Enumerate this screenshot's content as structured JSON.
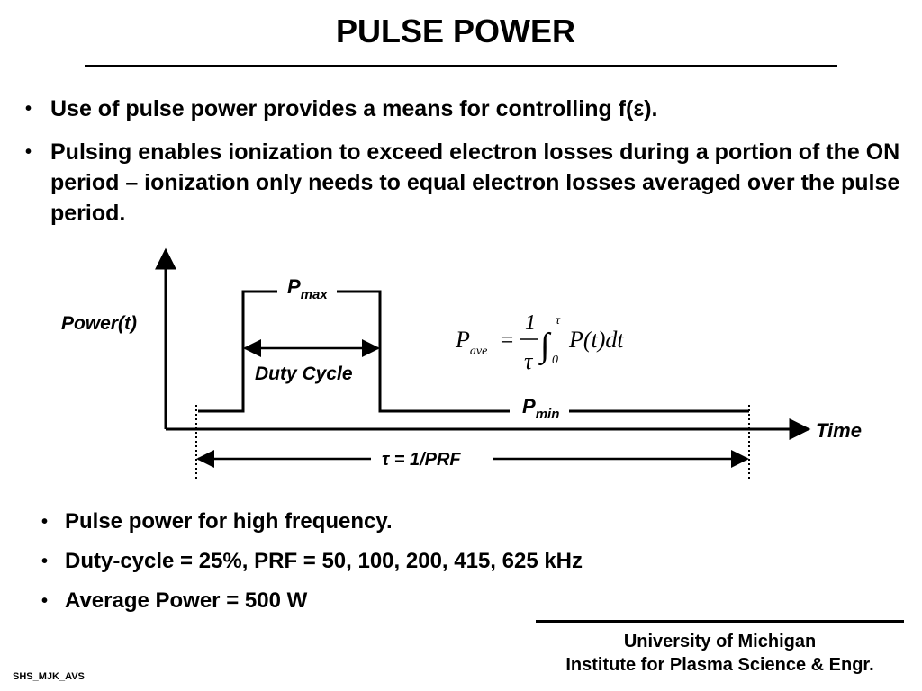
{
  "title": "PULSE POWER",
  "bullets_top": [
    "Use of pulse power provides a means for controlling f(ε).",
    "Pulsing enables ionization to exceed electron losses during a portion of the ON period – ionization only needs to equal electron losses averaged over the pulse period."
  ],
  "diagram": {
    "y_label": "Power(t)",
    "x_label": "Time",
    "pmax": {
      "base": "P",
      "sub": "max"
    },
    "pmin": {
      "base": "P",
      "sub": "min"
    },
    "duty_cycle_label": "Duty Cycle",
    "period_label": "τ = 1/PRF",
    "equation": {
      "lhs": "P",
      "lhs_sub": "ave",
      "eq": "=",
      "num": "1",
      "den": "τ",
      "int": "∫",
      "upper": "τ",
      "lower": "0",
      "body": "P(t)dt"
    }
  },
  "bullets_bottom": [
    "Pulse power for high frequency.",
    "Duty-cycle = 25%, PRF = 50, 100, 200, 415, 625 kHz",
    "Average Power = 500 W"
  ],
  "footer": {
    "line1": "University of Michigan",
    "line2": "Institute for Plasma Science & Engr."
  },
  "code": "SHS_MJK_AVS"
}
